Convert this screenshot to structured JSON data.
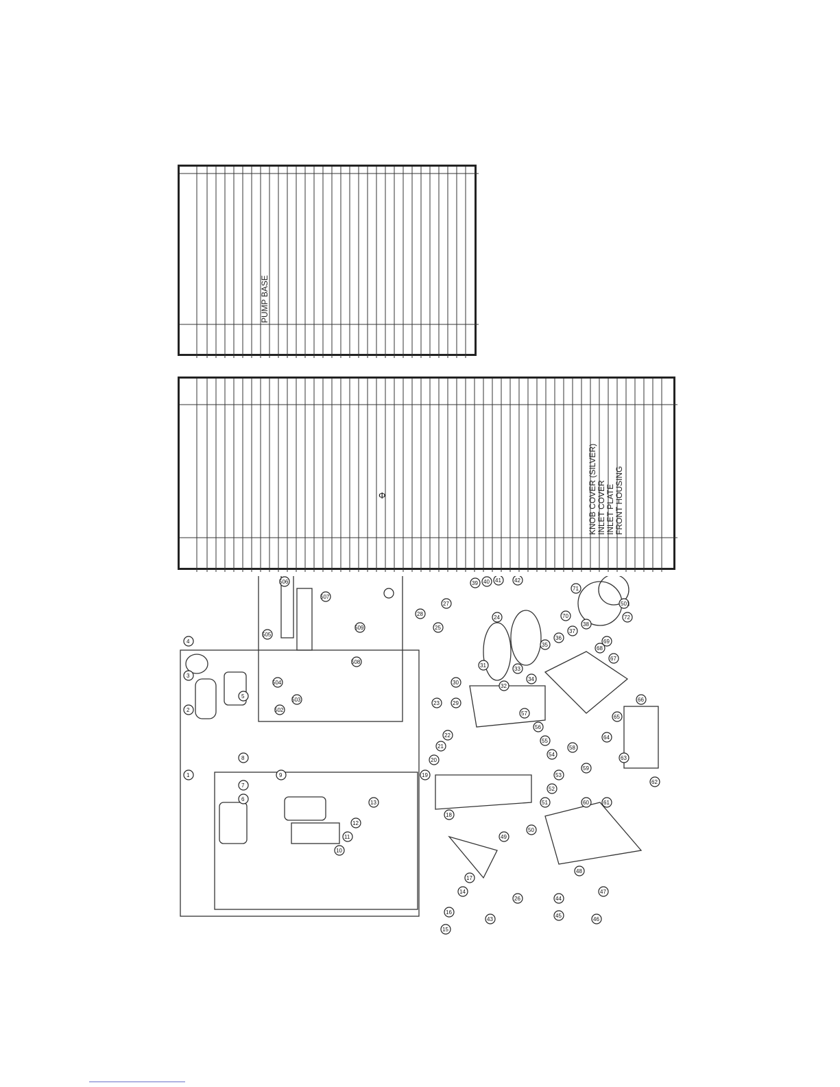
{
  "top_table": {
    "entries": [
      {
        "label": "PUMP BASE"
      }
    ]
  },
  "bottom_table": {
    "symbol": "Φ",
    "entries": [
      {
        "label": "KNOB COVER (SILVER)"
      },
      {
        "label": "INLET COVER"
      },
      {
        "label": "INLET PLATE"
      },
      {
        "label": "FRONT HOUSING"
      }
    ]
  },
  "diagram": {
    "part_numbers": [
      "1",
      "2",
      "3",
      "4",
      "5",
      "6",
      "7",
      "8",
      "9",
      "10",
      "11",
      "12",
      "13",
      "14",
      "15",
      "16",
      "17",
      "18",
      "19",
      "20",
      "21",
      "22",
      "23",
      "24",
      "25",
      "26",
      "27",
      "28",
      "29",
      "30",
      "31",
      "32",
      "33",
      "34",
      "35",
      "36",
      "37",
      "38",
      "39",
      "40",
      "41",
      "42",
      "43",
      "44",
      "45",
      "46",
      "47",
      "48",
      "49",
      "50",
      "51",
      "52",
      "53",
      "54",
      "55",
      "56",
      "57",
      "58",
      "59",
      "60",
      "61",
      "62",
      "63",
      "64",
      "65",
      "66",
      "67",
      "68",
      "69",
      "70",
      "71",
      "72",
      "501",
      "502",
      "503",
      "504",
      "505",
      "506",
      "507",
      "508",
      "509"
    ]
  }
}
